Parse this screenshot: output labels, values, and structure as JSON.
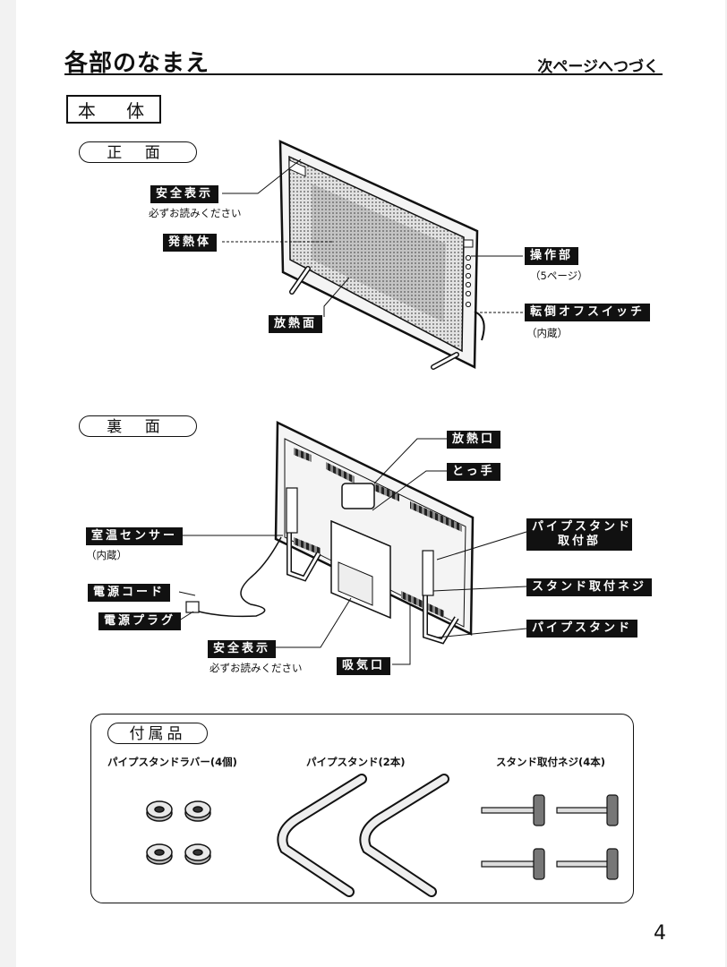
{
  "header": {
    "title": "各部のなまえ",
    "continued": "次ページへつづく"
  },
  "section_main": "本 体",
  "front": {
    "heading": "正 面",
    "labels": {
      "safety": "安全表示",
      "safety_note": "必ずお読みください",
      "heater": "発熱体",
      "radiator": "放熱面",
      "control": "操作部",
      "control_note": "（5ページ）",
      "tipover": "転倒オフスイッチ",
      "tipover_note": "（内蔵）"
    }
  },
  "back": {
    "heading": "裏 面",
    "labels": {
      "vent": "放熱口",
      "handle": "とっ手",
      "room_sensor": "室温センサー",
      "room_sensor_note": "（内蔵）",
      "pipe_stand_mount_1": "パイプスタンド",
      "pipe_stand_mount_2": "取付部",
      "stand_screw": "スタンド取付ネジ",
      "power_cord": "電源コード",
      "power_plug": "電源プラグ",
      "pipe_stand": "パイプスタンド",
      "safety": "安全表示",
      "safety_note": "必ずお読みください",
      "intake": "吸気口"
    }
  },
  "accessories": {
    "heading": "付属品",
    "items": [
      {
        "label": "パイプスタンドラバー(4個)"
      },
      {
        "label": "パイプスタンド(2本)"
      },
      {
        "label": "スタンド取付ネジ(4本)"
      }
    ]
  },
  "page_number": "4",
  "colors": {
    "ink": "#111111",
    "paper": "#ffffff",
    "gray": "#cfcfcf"
  }
}
